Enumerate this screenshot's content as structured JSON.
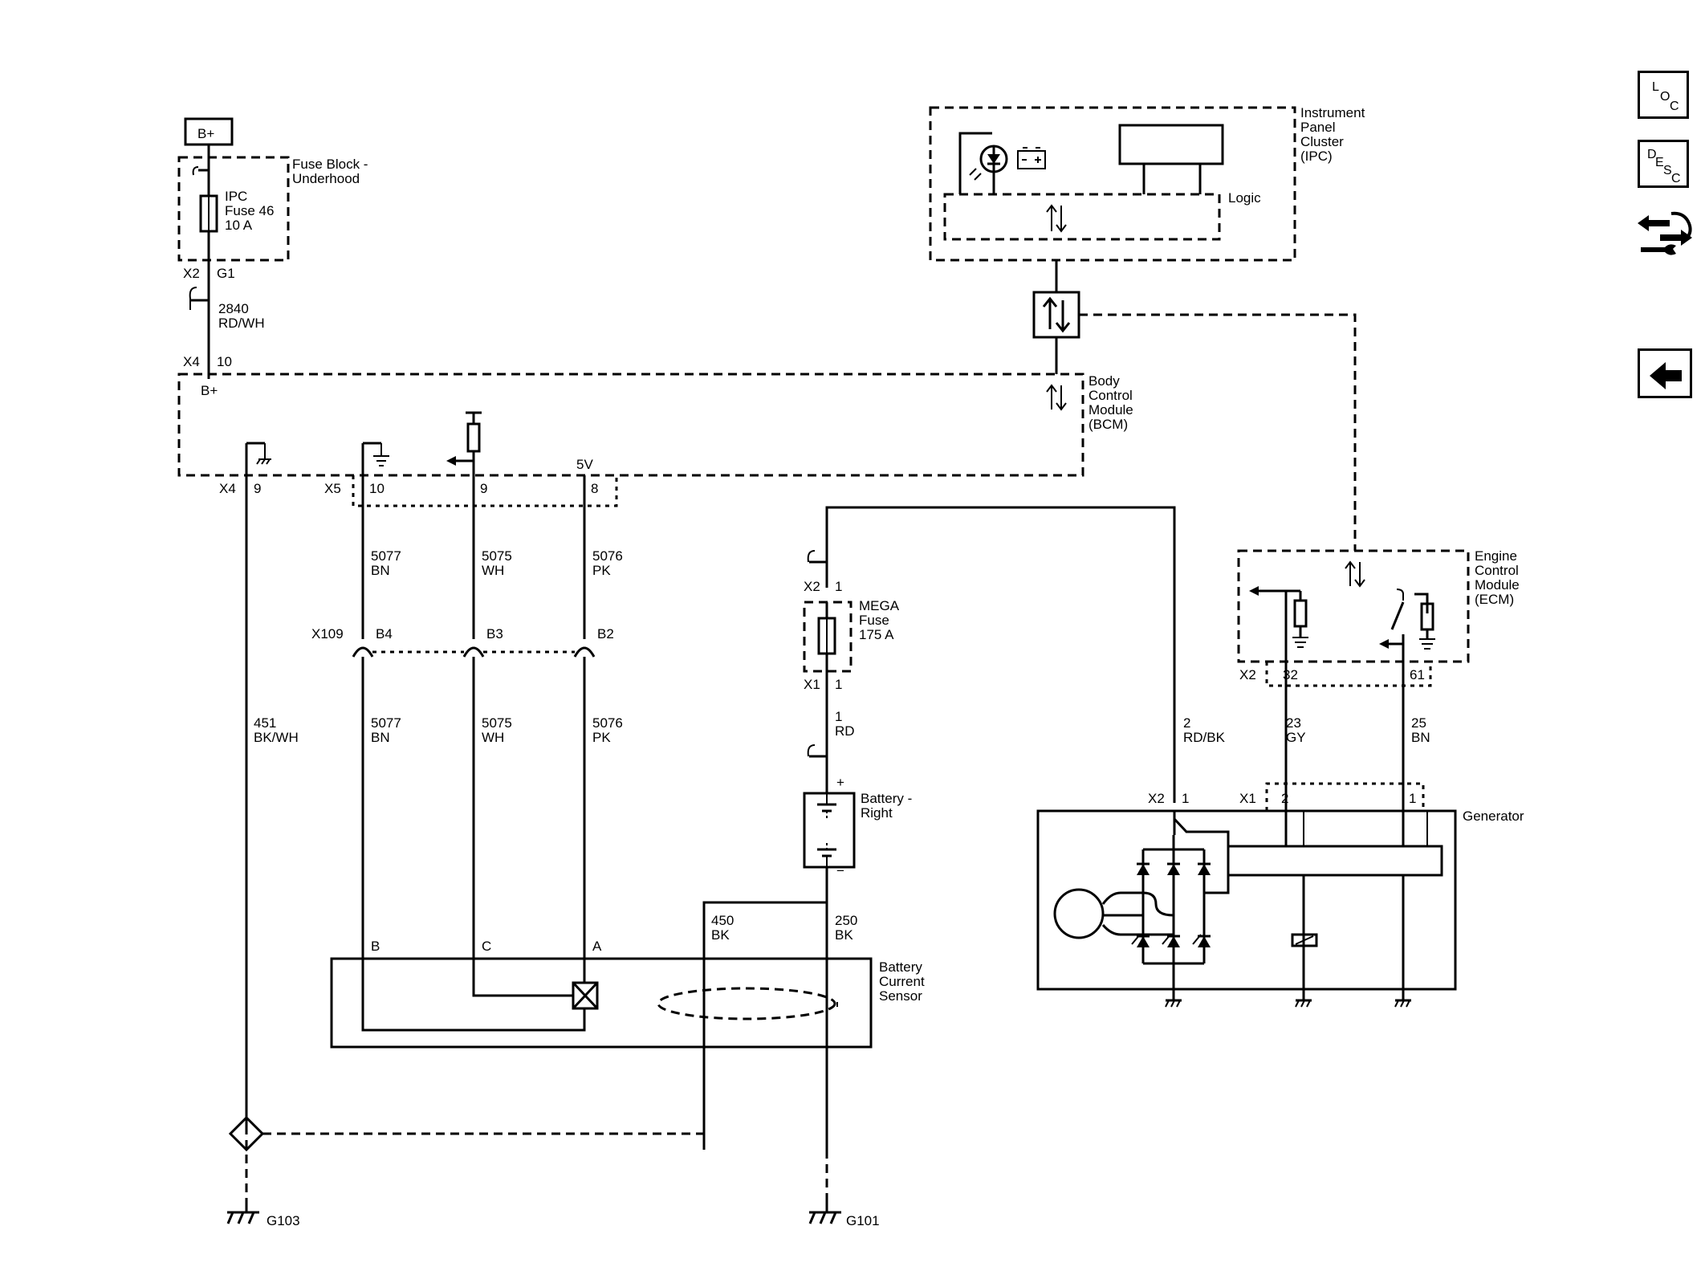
{
  "header": {
    "supply_tag": "B+"
  },
  "fuse_block": {
    "name": "Fuse Block -",
    "name2": "Underhood",
    "fuse_name": "IPC",
    "fuse_num": "Fuse 46",
    "fuse_rating": "10 A",
    "conn": "X2",
    "pin": "G1"
  },
  "wire_2840": {
    "circuit": "2840",
    "color": "RD/WH"
  },
  "bcm": {
    "name": [
      "Body",
      "Control",
      "Module",
      "(BCM)"
    ],
    "x4": "X4",
    "x4_pin_top": "10",
    "bplus": "B+",
    "x4_pin_bottom": "9",
    "x5": "X5",
    "pin10": "10",
    "pin9": "9",
    "pin8": "8",
    "v5": "5V"
  },
  "ipc": {
    "name": [
      "Instrument",
      "Panel",
      "Cluster",
      "(IPC)"
    ],
    "logic": "Logic"
  },
  "wires": {
    "w5077": {
      "circuit": "5077",
      "color": "BN"
    },
    "w5075": {
      "circuit": "5075",
      "color": "WH"
    },
    "w5076": {
      "circuit": "5076",
      "color": "PK"
    },
    "w451": {
      "circuit": "451",
      "color": "BK/WH"
    },
    "w450": {
      "circuit": "450",
      "color": "BK"
    },
    "w250": {
      "circuit": "250",
      "color": "BK"
    },
    "w1": {
      "circuit": "1",
      "color": "RD"
    },
    "w2": {
      "circuit": "2",
      "color": "RD/BK"
    },
    "w23": {
      "circuit": "23",
      "color": "GY"
    },
    "w25": {
      "circuit": "25",
      "color": "BN"
    }
  },
  "x109": {
    "name": "X109",
    "b4": "B4",
    "b3": "B3",
    "b2": "B2"
  },
  "mega_fuse": {
    "name": "MEGA",
    "name2": "Fuse",
    "rating": "175 A",
    "x2": "X2",
    "x2_pin": "1",
    "x1": "X1",
    "x1_pin": "1"
  },
  "battery": {
    "name": "Battery -",
    "name2": "Right",
    "plus": "+",
    "minus": "−"
  },
  "sensor": {
    "name": [
      "Battery",
      "Current",
      "Sensor"
    ],
    "pin_b": "B",
    "pin_c": "C",
    "pin_a": "A"
  },
  "ecm": {
    "name": [
      "Engine",
      "Control",
      "Module",
      "(ECM)"
    ],
    "x2": "X2",
    "pin32": "32",
    "pin61": "61"
  },
  "generator": {
    "name": "Generator",
    "x2": "X2",
    "x2_pin": "1",
    "x1": "X1",
    "x1_pin2": "2",
    "x1_pin1": "1"
  },
  "grounds": {
    "g103": "G103",
    "g101": "G101"
  },
  "side_nav": {
    "loc": [
      "L",
      "O",
      "C"
    ],
    "desc": [
      "D",
      "E",
      "S",
      "C"
    ]
  }
}
